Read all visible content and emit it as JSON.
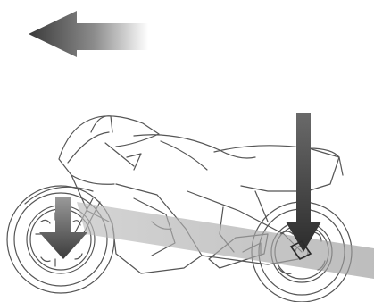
{
  "figure": {
    "subject": "motorcycle-icon",
    "top_arrow_direction": "left",
    "front_wheel_arrow_direction": "down",
    "rear_wheel_arrow_direction": "down",
    "stroke_color": "#555555",
    "arrow_dark_color": "#444444",
    "band_color": "#9a9a9a"
  }
}
